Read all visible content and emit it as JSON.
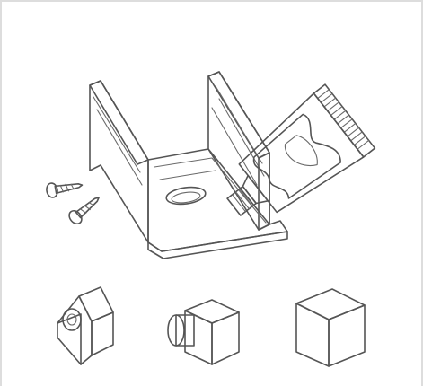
{
  "colors": {
    "frame": "#dddddd",
    "line": "#555555",
    "metal": "#e6e6e6",
    "tube": "#efefef",
    "screw": "#9a9a9a"
  },
  "items": [
    {
      "name": "mounting-clip",
      "icon": "u-channel-clip-icon"
    },
    {
      "name": "adhesive-tube",
      "icon": "glue-tube-icon"
    },
    {
      "name": "screws",
      "icon": "screw-icon",
      "count": 2
    },
    {
      "name": "end-cap-with-cable-entry",
      "icon": "end-cap-icon"
    },
    {
      "name": "end-cap-with-stub",
      "icon": "end-cap-icon"
    },
    {
      "name": "end-cap-closed",
      "icon": "end-cap-icon"
    }
  ]
}
